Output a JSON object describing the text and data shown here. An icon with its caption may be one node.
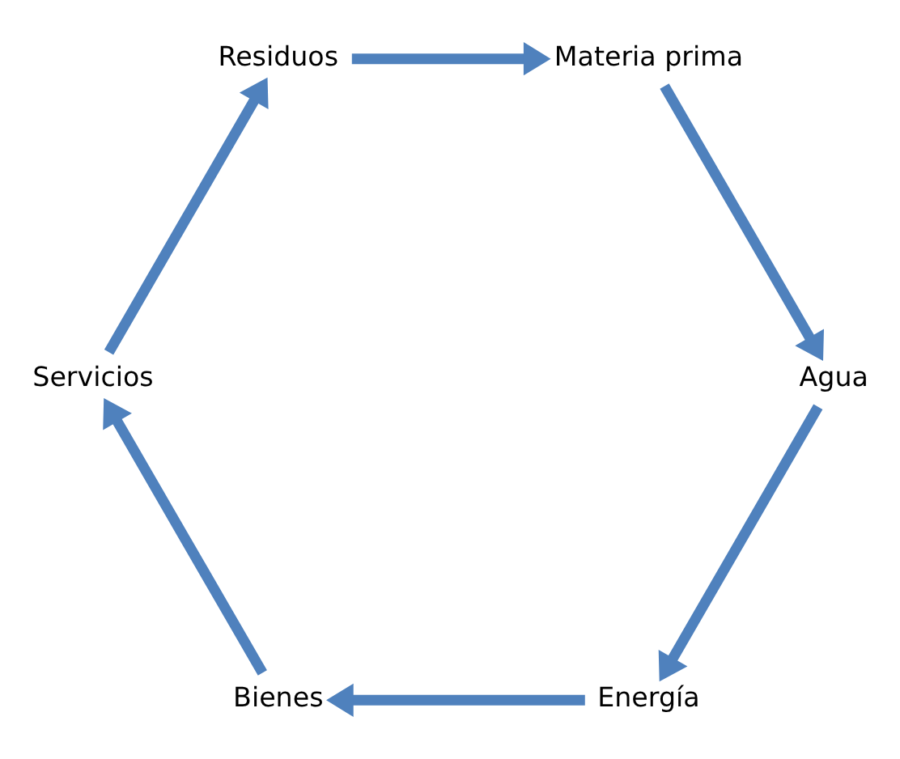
{
  "diagram": {
    "nodes": [
      {
        "text": [
          "Energía"
        ]
      },
      {
        "text": [
          "Bienes"
        ]
      },
      {
        "text": [
          "Agua"
        ]
      },
      {
        "text": [
          "Servicios"
        ]
      },
      {
        "text": [
          "Materia prima"
        ]
      },
      {
        "text": [
          "Residuos"
        ]
      }
    ],
    "edges": [
      {
        "from": 0,
        "to": 1,
        "arrow": "to"
      },
      {
        "from": 1,
        "to": 3,
        "arrow": "to"
      },
      {
        "from": 3,
        "to": 5,
        "arrow": "to"
      },
      {
        "from": 5,
        "to": 4,
        "arrow": "to"
      },
      {
        "from": 4,
        "to": 2,
        "arrow": "to"
      },
      {
        "from": 2,
        "to": 0,
        "arrow": "to"
      }
    ]
  }
}
